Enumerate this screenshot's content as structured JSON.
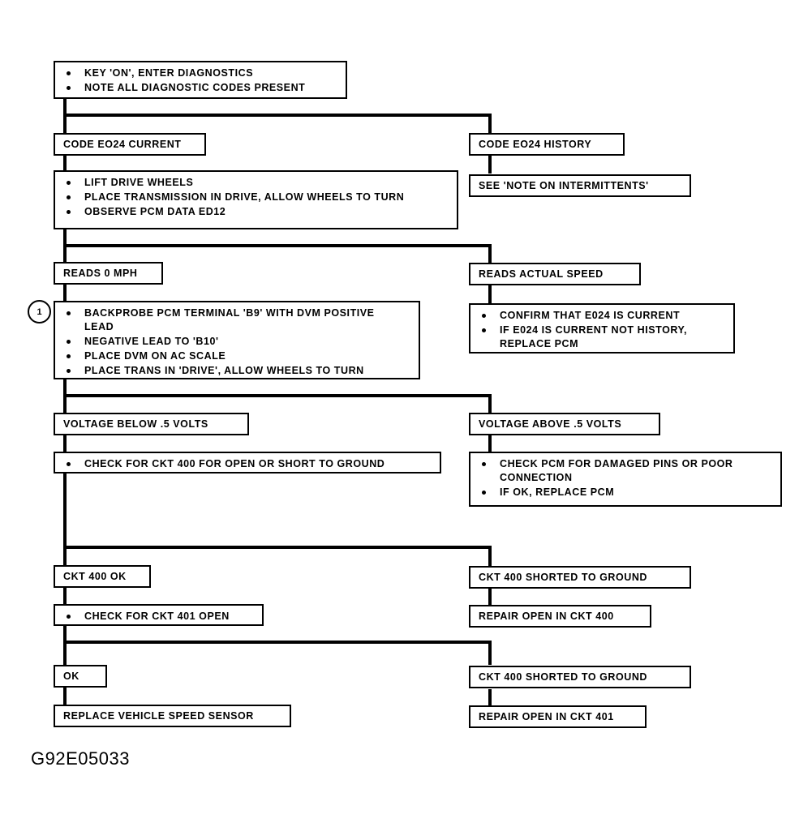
{
  "document": {
    "type": "diagnostic-flowchart",
    "caption": "G92E05033",
    "reference_marker": "1"
  },
  "nodes": {
    "start": {
      "name": "start-step",
      "bullets": [
        "KEY 'ON', ENTER DIAGNOSTICS",
        "NOTE ALL DIAGNOSTIC CODES PRESENT"
      ]
    },
    "code_current": {
      "label": "CODE EO24 CURRENT"
    },
    "code_history": {
      "label": "CODE EO24 HISTORY"
    },
    "note_intermittents": {
      "label": "SEE 'NOTE ON INTERMITTENTS'"
    },
    "lift_wheels": {
      "bullets": [
        "LIFT DRIVE WHEELS",
        "PLACE TRANSMISSION IN DRIVE, ALLOW WHEELS TO TURN",
        "OBSERVE PCM DATA ED12"
      ]
    },
    "reads_zero": {
      "label": "READS 0 MPH"
    },
    "reads_actual": {
      "label": "READS ACTUAL SPEED"
    },
    "backprobe": {
      "bullets": [
        "BACKPROBE PCM TERMINAL 'B9' WITH DVM POSITIVE LEAD",
        "NEGATIVE LEAD TO 'B10'",
        "PLACE DVM ON AC SCALE",
        "PLACE TRANS IN 'DRIVE', ALLOW WHEELS TO TURN"
      ]
    },
    "confirm_current": {
      "bullets": [
        "CONFIRM THAT E024 IS CURRENT",
        "IF E024 IS CURRENT NOT HISTORY, REPLACE PCM"
      ]
    },
    "voltage_below": {
      "label": "VOLTAGE BELOW .5 VOLTS"
    },
    "voltage_above": {
      "label": "VOLTAGE ABOVE .5 VOLTS"
    },
    "check_ckt400": {
      "bullets": [
        "CHECK FOR CKT 400 FOR OPEN OR SHORT TO GROUND"
      ]
    },
    "check_pcm_pins": {
      "bullets": [
        "CHECK PCM FOR DAMAGED PINS OR POOR CONNECTION",
        "IF OK, REPLACE PCM"
      ]
    },
    "ckt400_ok": {
      "label": "CKT 400 OK"
    },
    "ckt400_shorted_a": {
      "label": "CKT 400 SHORTED TO GROUND"
    },
    "check_ckt401": {
      "bullets": [
        "CHECK FOR CKT 401 OPEN"
      ]
    },
    "repair_open_400": {
      "label": "REPAIR OPEN IN CKT 400"
    },
    "ok": {
      "label": "OK"
    },
    "ckt400_shorted_b": {
      "label": "CKT 400 SHORTED TO GROUND"
    },
    "replace_vss": {
      "label": "REPLACE VEHICLE SPEED SENSOR"
    },
    "repair_open_401": {
      "label": "REPAIR OPEN IN CKT 401"
    }
  },
  "colors": {
    "ink": "#000000",
    "paper": "#ffffff"
  }
}
